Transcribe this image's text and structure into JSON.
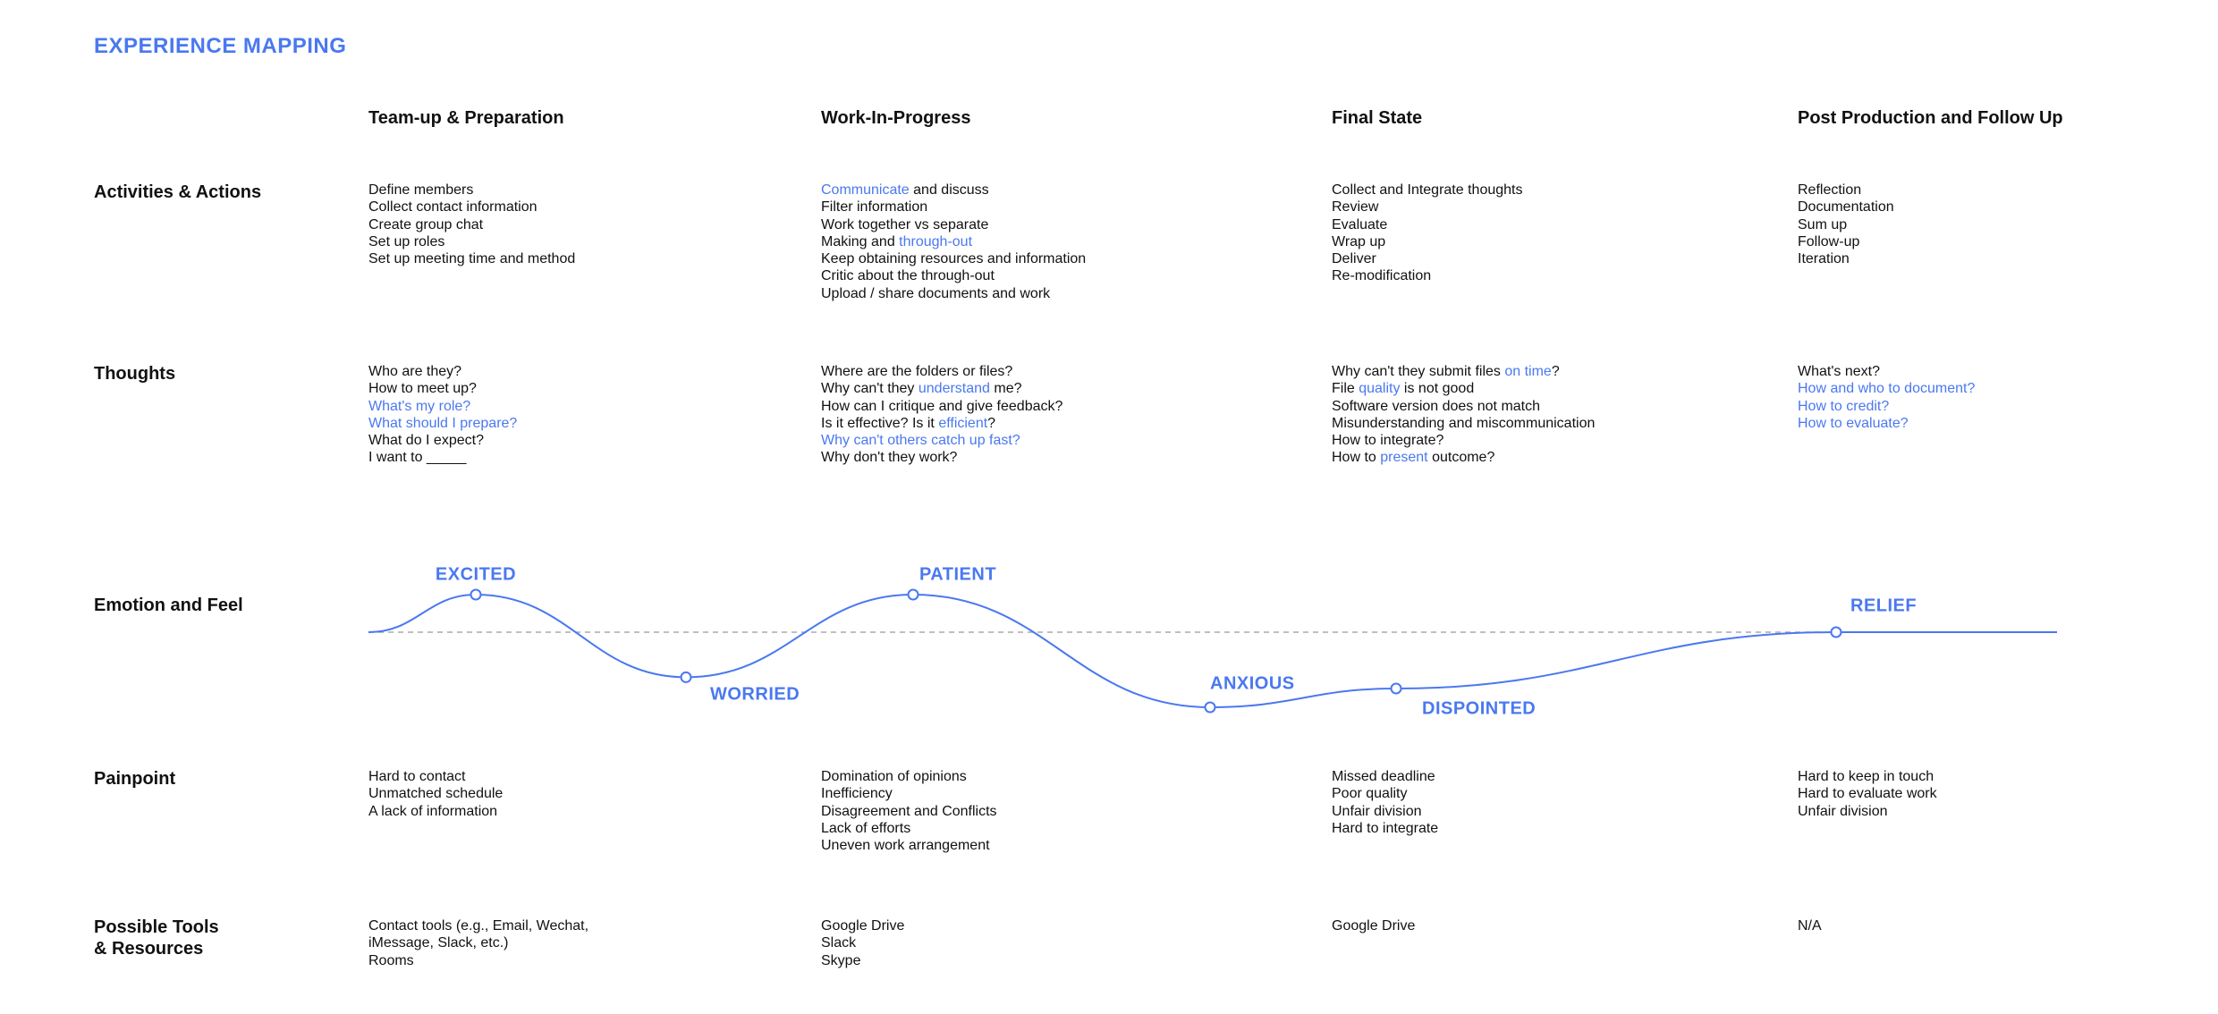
{
  "title": "EXPERIENCE MAPPING",
  "phases": [
    "Team-up & Preparation",
    "Work-In-Progress",
    "Final State",
    "Post Production and Follow Up"
  ],
  "rows": {
    "activities": {
      "label": "Activities & Actions",
      "cells": [
        [
          [
            {
              "t": "Define members"
            }
          ],
          [
            {
              "t": "Collect contact information"
            }
          ],
          [
            {
              "t": "Create group chat"
            }
          ],
          [
            {
              "t": "Set up roles"
            }
          ],
          [
            {
              "t": "Set up meeting time and method"
            }
          ]
        ],
        [
          [
            {
              "t": "Communicate",
              "hl": true
            },
            {
              "t": " and discuss"
            }
          ],
          [
            {
              "t": "Filter information"
            }
          ],
          [
            {
              "t": "Work together vs separate"
            }
          ],
          [
            {
              "t": "Making and "
            },
            {
              "t": "through-out",
              "hl": true
            }
          ],
          [
            {
              "t": "Keep obtaining resources and information"
            }
          ],
          [
            {
              "t": "Critic about the through-out"
            }
          ],
          [
            {
              "t": "Upload / share documents and work"
            }
          ]
        ],
        [
          [
            {
              "t": "Collect and Integrate thoughts"
            }
          ],
          [
            {
              "t": "Review"
            }
          ],
          [
            {
              "t": "Evaluate"
            }
          ],
          [
            {
              "t": "Wrap up"
            }
          ],
          [
            {
              "t": "Deliver"
            }
          ],
          [
            {
              "t": "Re-modification"
            }
          ]
        ],
        [
          [
            {
              "t": "Reflection"
            }
          ],
          [
            {
              "t": "Documentation"
            }
          ],
          [
            {
              "t": "Sum up"
            }
          ],
          [
            {
              "t": "Follow-up"
            }
          ],
          [
            {
              "t": "Iteration"
            }
          ]
        ]
      ]
    },
    "thoughts": {
      "label": "Thoughts",
      "cells": [
        [
          [
            {
              "t": "Who are they?"
            }
          ],
          [
            {
              "t": "How to meet up?"
            }
          ],
          [
            {
              "t": "What's my role?",
              "hl": true
            }
          ],
          [
            {
              "t": "What should I prepare?",
              "hl": true
            }
          ],
          [
            {
              "t": "What do I expect?"
            }
          ],
          [
            {
              "t": "I want to _____"
            }
          ]
        ],
        [
          [
            {
              "t": "Where are the folders or files?"
            }
          ],
          [
            {
              "t": "Why can't they "
            },
            {
              "t": "understand",
              "hl": true
            },
            {
              "t": " me?"
            }
          ],
          [
            {
              "t": "How can I critique and give feedback?"
            }
          ],
          [
            {
              "t": "Is it effective? Is it "
            },
            {
              "t": "efficient",
              "hl": true
            },
            {
              "t": "?"
            }
          ],
          [
            {
              "t": "Why can't others catch up fast?",
              "hl": true
            }
          ],
          [
            {
              "t": "Why don't they work?"
            }
          ]
        ],
        [
          [
            {
              "t": "Why can't they submit files "
            },
            {
              "t": "on time",
              "hl": true
            },
            {
              "t": "?"
            }
          ],
          [
            {
              "t": "File "
            },
            {
              "t": "quality",
              "hl": true
            },
            {
              "t": " is not good"
            }
          ],
          [
            {
              "t": "Software version does not match"
            }
          ],
          [
            {
              "t": "Misunderstanding and miscommunication"
            }
          ],
          [
            {
              "t": "How to integrate?"
            }
          ],
          [
            {
              "t": "How to "
            },
            {
              "t": "present",
              "hl": true
            },
            {
              "t": " outcome?"
            }
          ]
        ],
        [
          [
            {
              "t": "What's next?"
            }
          ],
          [
            {
              "t": "How and who to document?",
              "hl": true
            }
          ],
          [
            {
              "t": "How to credit?",
              "hl": true
            }
          ],
          [
            {
              "t": "How to evaluate?",
              "hl": true
            }
          ]
        ]
      ]
    },
    "emotion": {
      "label": "Emotion and Feel",
      "points": [
        {
          "name": "EXCITED",
          "level": 1.0
        },
        {
          "name": "WORRIED",
          "level": -1.2
        },
        {
          "name": "PATIENT",
          "level": 1.0
        },
        {
          "name": "ANXIOUS",
          "level": -2.0
        },
        {
          "name": "DISPOINTED",
          "level": -1.5
        },
        {
          "name": "RELIEF",
          "level": 0.0
        }
      ]
    },
    "painpoint": {
      "label": "Painpoint",
      "cells": [
        [
          [
            {
              "t": "Hard to contact"
            }
          ],
          [
            {
              "t": "Unmatched schedule"
            }
          ],
          [
            {
              "t": "A lack of information"
            }
          ]
        ],
        [
          [
            {
              "t": "Domination of opinions"
            }
          ],
          [
            {
              "t": "Inefficiency"
            }
          ],
          [
            {
              "t": "Disagreement and Conflicts"
            }
          ],
          [
            {
              "t": "Lack of efforts"
            }
          ],
          [
            {
              "t": "Uneven work arrangement"
            }
          ]
        ],
        [
          [
            {
              "t": "Missed deadline"
            }
          ],
          [
            {
              "t": "Poor quality"
            }
          ],
          [
            {
              "t": "Unfair division"
            }
          ],
          [
            {
              "t": "Hard to integrate"
            }
          ]
        ],
        [
          [
            {
              "t": "Hard to keep in touch"
            }
          ],
          [
            {
              "t": "Hard to evaluate work"
            }
          ],
          [
            {
              "t": "Unfair division"
            }
          ]
        ]
      ]
    },
    "tools": {
      "label_lines": [
        "Possible Tools",
        "& Resources"
      ],
      "cells": [
        [
          [
            {
              "t": "Contact tools (e.g., Email, Wechat,"
            }
          ],
          [
            {
              "t": "iMessage, Slack, etc.)"
            }
          ],
          [
            {
              "t": "Rooms"
            }
          ]
        ],
        [
          [
            {
              "t": "Google Drive"
            }
          ],
          [
            {
              "t": "Slack"
            }
          ],
          [
            {
              "t": "Skype"
            }
          ]
        ],
        [
          [
            {
              "t": "Google Drive"
            }
          ]
        ],
        [
          [
            {
              "t": "N/A"
            }
          ]
        ]
      ]
    }
  },
  "colors": {
    "accent": "#4a78f0",
    "text": "#111111",
    "baseline": "#aaaaaa"
  }
}
